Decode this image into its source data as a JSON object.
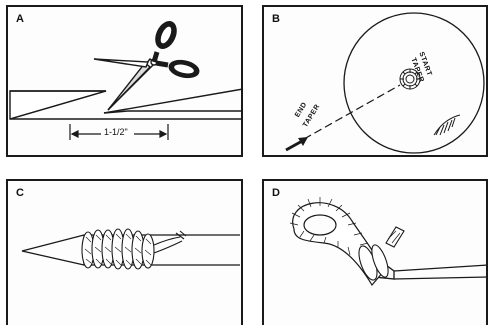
{
  "panels": {
    "a": {
      "label": "A",
      "measurement": "1-1/2\""
    },
    "b": {
      "label": "B",
      "start_label": "START",
      "start_label_2": "TAPER",
      "end_label": "END",
      "end_label_2": "TAPER"
    },
    "c": {
      "label": "C"
    },
    "d": {
      "label": "D"
    }
  },
  "colors": {
    "ink": "#1a1a1a",
    "paper": "#fdfdfd"
  },
  "icons": [
    "scissors-icon",
    "arrow-icon"
  ]
}
